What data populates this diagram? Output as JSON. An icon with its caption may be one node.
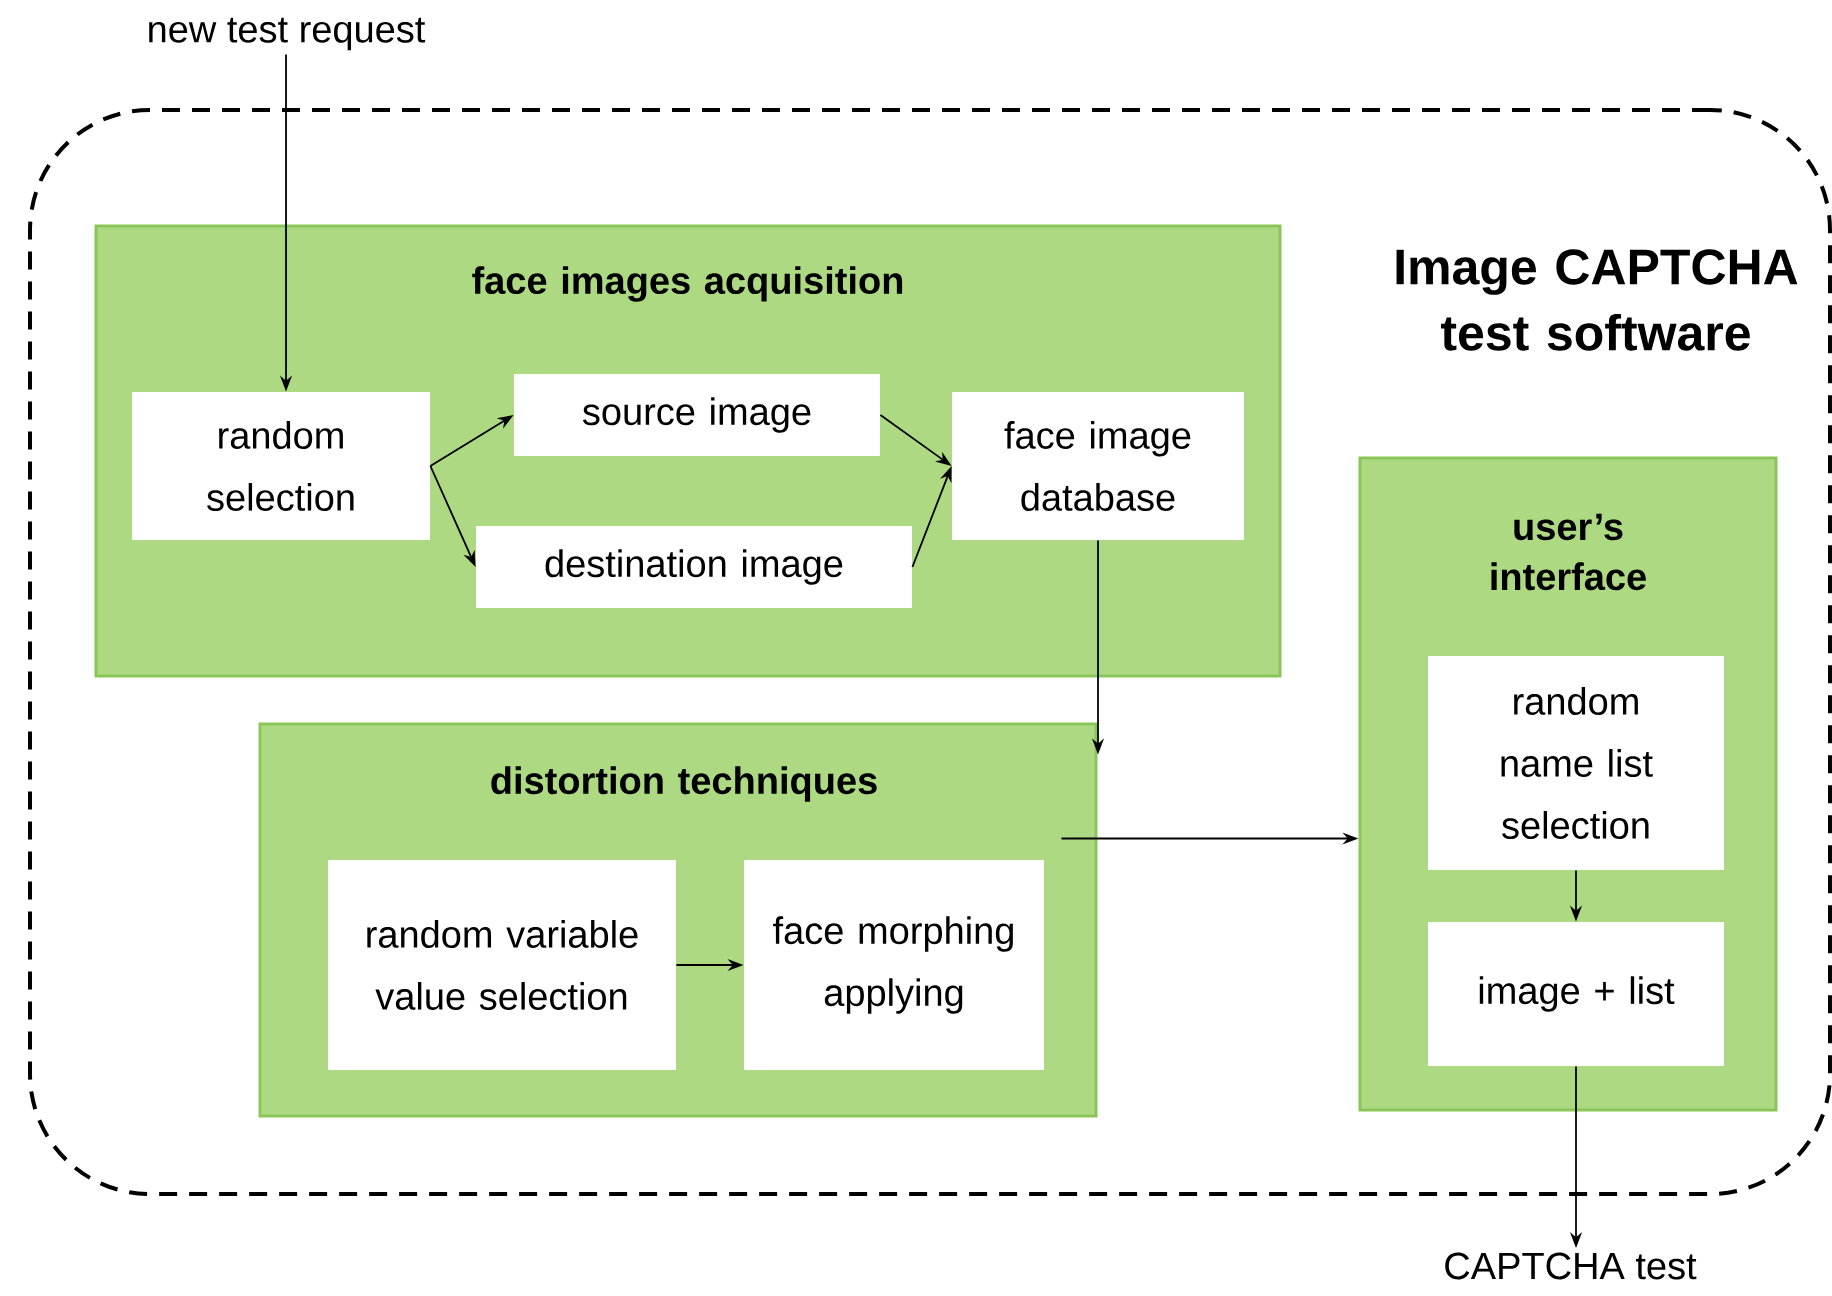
{
  "diagram": {
    "nodes": [
      {
        "text": [
          "Image CAPTCHA test software"
        ]
      },
      {
        "text": [
          "face images acquisition"
        ],
        "in": 0
      },
      {
        "text": [
          "random selection"
        ],
        "in": 1
      },
      {
        "text": [
          "source image"
        ],
        "in": 1
      },
      {
        "text": [
          "destination image"
        ],
        "in": 1
      },
      {
        "text": [
          "face image database"
        ],
        "in": 1
      },
      {
        "text": [
          "distortion techniques"
        ],
        "in": 0
      },
      {
        "text": [
          "random variable value selection"
        ],
        "in": 6
      },
      {
        "text": [
          "face morphing applying"
        ],
        "in": 6
      },
      {
        "text": [
          "user’s interface"
        ],
        "in": 0
      },
      {
        "text": [
          "random name list selection"
        ],
        "in": 9
      },
      {
        "text": [
          "image + list"
        ],
        "in": 9
      },
      {
        "text": [
          "new test request"
        ]
      },
      {
        "text": [
          "CAPTCHA test"
        ]
      }
    ],
    "edges": [
      {
        "from": 12,
        "to": 2,
        "arrow": "to"
      },
      {
        "from": 2,
        "to": 3,
        "arrow": "to"
      },
      {
        "from": 2,
        "to": 4,
        "arrow": "to"
      },
      {
        "from": 3,
        "to": 5,
        "arrow": "to"
      },
      {
        "from": 4,
        "to": 5,
        "arrow": "to"
      },
      {
        "from": 5,
        "to": 6,
        "arrow": "to"
      },
      {
        "from": 7,
        "to": 8,
        "arrow": "to"
      },
      {
        "from": 6,
        "to": 9,
        "arrow": "to"
      },
      {
        "from": 10,
        "to": 11,
        "arrow": "to"
      },
      {
        "from": 11,
        "to": 13,
        "arrow": "to"
      }
    ]
  }
}
